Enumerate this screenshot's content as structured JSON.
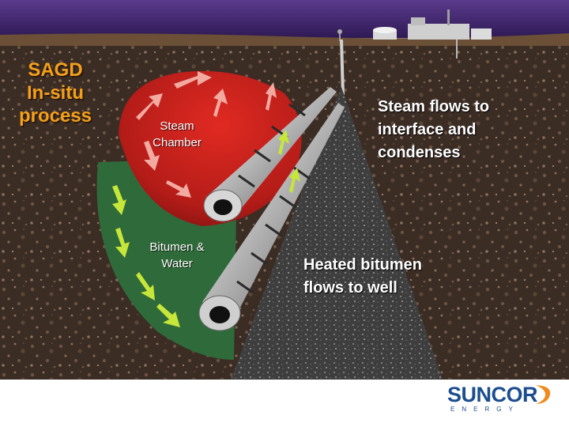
{
  "title": "SAGD\nIn-situ\nprocess",
  "labels": {
    "steam_chamber": "Steam\nChamber",
    "bitumen_water": "Bitumen &\nWater",
    "steam_flows": "Steam flows to\ninterface and\ncondenses",
    "heated_bitumen": "Heated bitumen\nflows to well"
  },
  "logo": {
    "name": "SUNCOR",
    "subtitle": "ENERGY"
  },
  "colors": {
    "title": "#f4a01a",
    "steam_chamber": "#c8201c",
    "bitumen_zone": "#2f6b3a",
    "arrows_steam": "#f2a9a0",
    "arrows_bitumen": "#c6e63a",
    "ground": "#3a2a22",
    "sky": "#4b2a7a",
    "logo": "#1c4e8f",
    "logo_accent": "#f08a1c"
  }
}
